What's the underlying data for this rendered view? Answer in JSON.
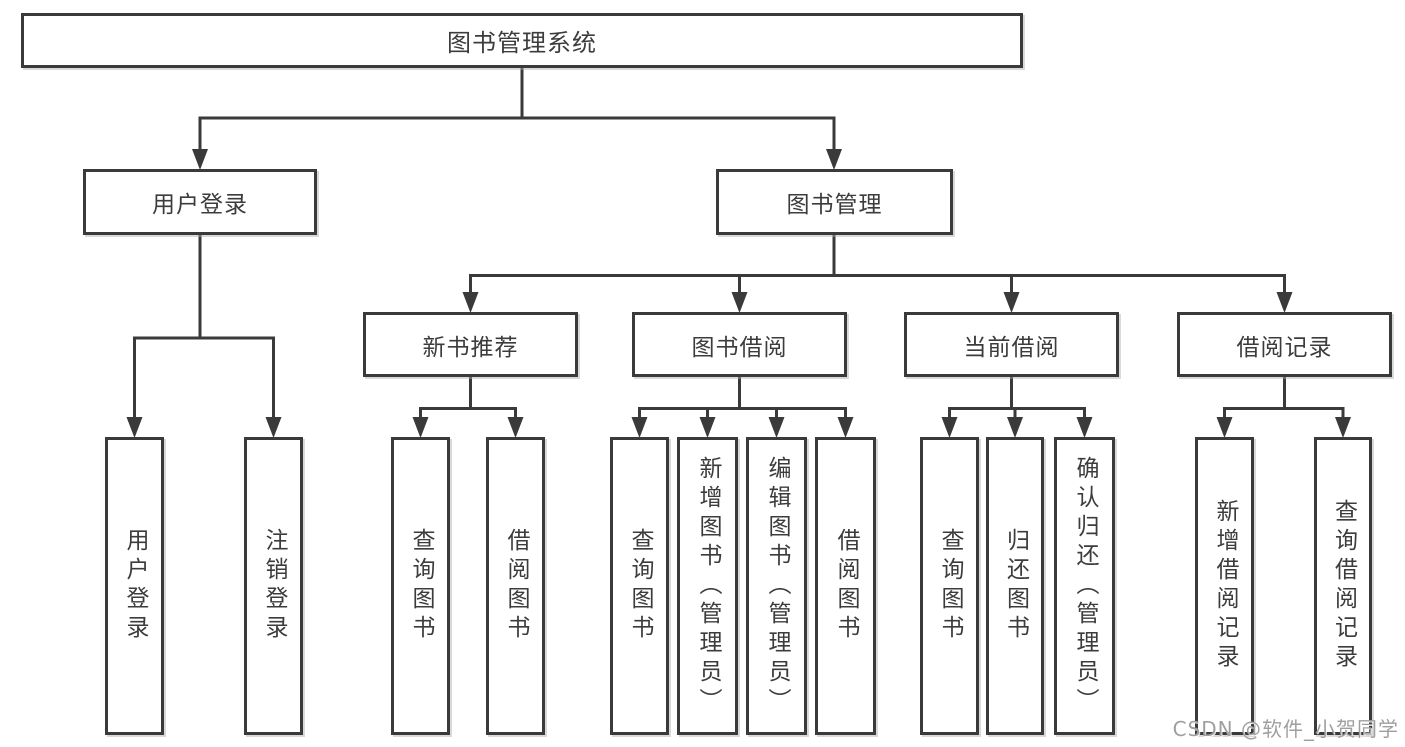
{
  "tree": {
    "root": {
      "label": "图书管理系统"
    },
    "branches": [
      {
        "label": "用户登录",
        "children": [
          {
            "label": "用户登录"
          },
          {
            "label": "注销登录"
          }
        ]
      },
      {
        "label": "图书管理",
        "children": [
          {
            "label": "新书推荐",
            "children": [
              {
                "label": "查询图书"
              },
              {
                "label": "借阅图书"
              }
            ]
          },
          {
            "label": "图书借阅",
            "children": [
              {
                "label": "查询图书"
              },
              {
                "label": "新增图书（管理员）"
              },
              {
                "label": "编辑图书（管理员）"
              },
              {
                "label": "借阅图书"
              }
            ]
          },
          {
            "label": "当前借阅",
            "children": [
              {
                "label": "查询图书"
              },
              {
                "label": "归还图书"
              },
              {
                "label": "确认归还（管理员）"
              }
            ]
          },
          {
            "label": "借阅记录",
            "children": [
              {
                "label": "新增借阅记录"
              },
              {
                "label": "查询借阅记录"
              }
            ]
          }
        ]
      }
    ]
  },
  "watermark": {
    "text": "CSDN @软件_小贺同学"
  },
  "colors": {
    "line": "#3a3a3a",
    "text": "#3c3c3c",
    "watermark": "#9f9f9f",
    "background": "#ffffff"
  }
}
